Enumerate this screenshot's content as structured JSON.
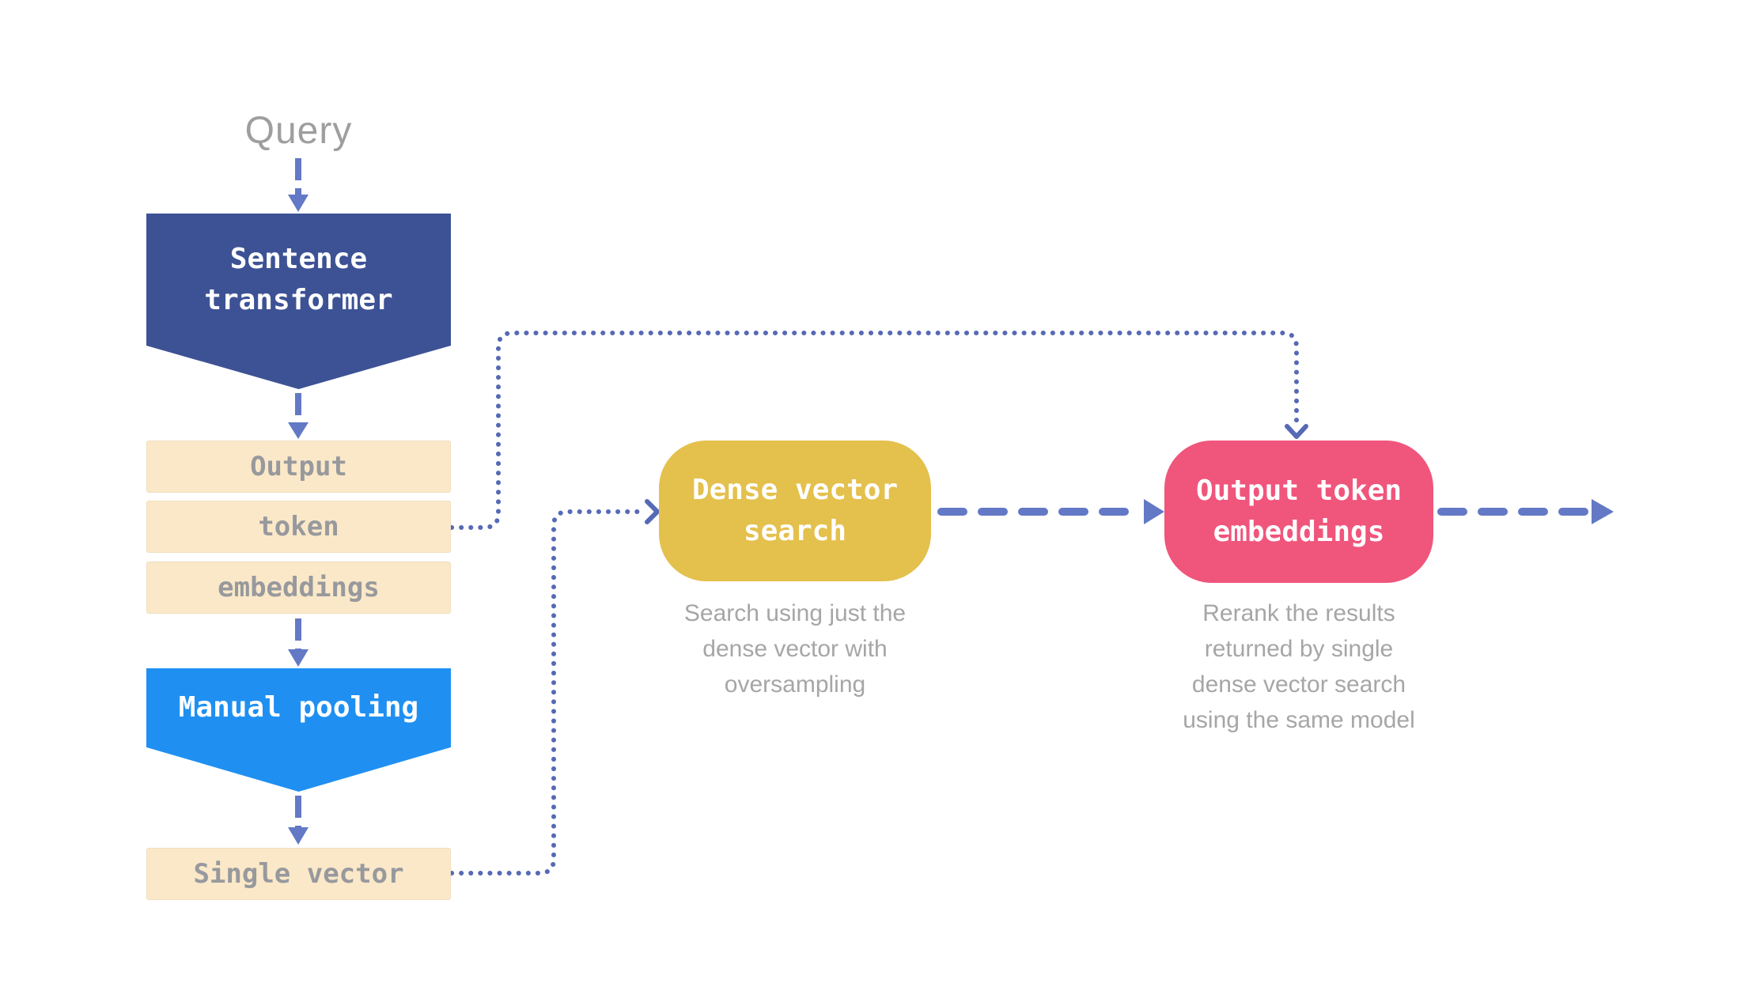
{
  "labels": {
    "query": "Query"
  },
  "nodes": {
    "sentence_transformer": {
      "lines": [
        "Sentence",
        "transformer"
      ]
    },
    "stack": {
      "rows": [
        "Output",
        "token",
        "embeddings"
      ]
    },
    "manual_pooling": {
      "label": "Manual pooling"
    },
    "single_vector": {
      "label": "Single vector"
    },
    "dense_vector_search": {
      "lines": [
        "Dense vector",
        "search"
      ],
      "caption_lines": [
        "Search using just the",
        "dense vector with",
        "oversampling"
      ]
    },
    "rerank": {
      "lines": [
        "Output token",
        "embeddings"
      ],
      "caption_lines": [
        "Rerank the results",
        "returned by single",
        "dense vector search",
        "using the same model"
      ]
    }
  },
  "colors": {
    "navy": "#3D5295",
    "azure": "#1F90F2",
    "cream": "#FAE8C8",
    "yellow": "#E4C04D",
    "pink": "#F0557C",
    "connector": "#5669B6",
    "dash": "#6379C6",
    "label_gray": "#9E9E9E",
    "box_text_gray": "#97999D",
    "caption_gray": "#A6A6A6",
    "white": "#FFFFFF"
  }
}
